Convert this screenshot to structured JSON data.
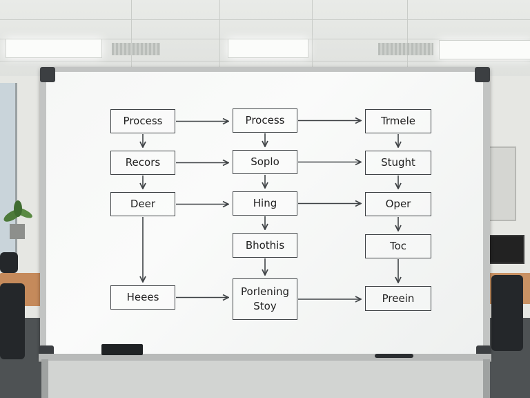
{
  "whiteboard": {
    "nodes": [
      {
        "id": "process-a",
        "label": "Process"
      },
      {
        "id": "process-b",
        "label": "Process"
      },
      {
        "id": "trmele",
        "label": "Trmele"
      },
      {
        "id": "recors",
        "label": "Recors"
      },
      {
        "id": "soplo",
        "label": "Soplo"
      },
      {
        "id": "stught",
        "label": "Stught"
      },
      {
        "id": "deer",
        "label": "Deer"
      },
      {
        "id": "hing",
        "label": "Hing"
      },
      {
        "id": "oper",
        "label": "Oper"
      },
      {
        "id": "bhothis",
        "label": "Bhothis"
      },
      {
        "id": "toc",
        "label": "Toc"
      },
      {
        "id": "heees",
        "label": "Heees"
      },
      {
        "id": "porlening",
        "label": "Porlening Stoy"
      },
      {
        "id": "preein",
        "label": "Preein"
      }
    ],
    "edges": [
      [
        "process-a",
        "process-b"
      ],
      [
        "process-b",
        "trmele"
      ],
      [
        "recors",
        "soplo"
      ],
      [
        "soplo",
        "stught"
      ],
      [
        "deer",
        "hing"
      ],
      [
        "hing",
        "oper"
      ],
      [
        "heees",
        "porlening"
      ],
      [
        "porlening",
        "preein"
      ],
      [
        "process-a",
        "recors"
      ],
      [
        "recors",
        "deer"
      ],
      [
        "deer",
        "heees"
      ],
      [
        "process-b",
        "soplo"
      ],
      [
        "soplo",
        "hing"
      ],
      [
        "hing",
        "bhothis"
      ],
      [
        "bhothis",
        "porlening"
      ],
      [
        "trmele",
        "stught"
      ],
      [
        "stught",
        "oper"
      ],
      [
        "oper",
        "toc"
      ],
      [
        "toc",
        "preein"
      ]
    ],
    "ink_color": "#3f4346"
  }
}
